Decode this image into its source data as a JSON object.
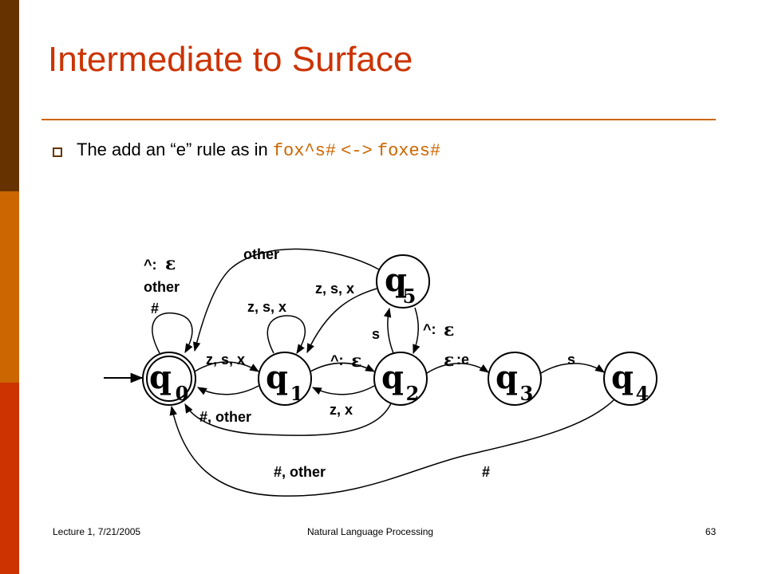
{
  "slide": {
    "title": "Intermediate to Surface",
    "bullet_text": "The add an “e” rule as in ",
    "bullet_code_left": "fox^s#",
    "bullet_code_arrow": "<->",
    "bullet_code_right": "foxes#"
  },
  "footer": {
    "left": "Lecture 1, 7/21/2005",
    "center": "Natural Language Processing",
    "page": "63"
  },
  "colors": {
    "title": "#cc3300",
    "rule": "#cc6600",
    "code": "#cc6600",
    "bar_top": "#663300",
    "bar_mid": "#cc6600",
    "bar_bottom": "#cc3300"
  },
  "diagram": {
    "states": [
      {
        "letter": "q",
        "sub": "0"
      },
      {
        "letter": "q",
        "sub": "1"
      },
      {
        "letter": "q",
        "sub": "2"
      },
      {
        "letter": "q",
        "sub": "3"
      },
      {
        "letter": "q",
        "sub": "4"
      },
      {
        "letter": "q",
        "sub": "5"
      }
    ],
    "labels": {
      "q0_loop_1_a": "^:",
      "q0_loop_1_b": "ε",
      "q0_loop_2": "other",
      "q0_loop_3": "#",
      "q5_q0": "other",
      "q5_q1": "z, s, x",
      "q1_loop": "z, s, x",
      "q0_q1": "z, s, x",
      "q1_q0": "#, other",
      "q1_q2_a": "^:",
      "q1_q2_b": "ε",
      "q2_q1": "z, x",
      "q2_q5": "s",
      "q5_q2_a": "^:",
      "q5_q2_b": "ε",
      "q2_q3_a": "ε",
      "q2_q3_b": ":e",
      "q3_q4": "s",
      "q2_q0": "#, other",
      "q4_q0": "#"
    }
  }
}
